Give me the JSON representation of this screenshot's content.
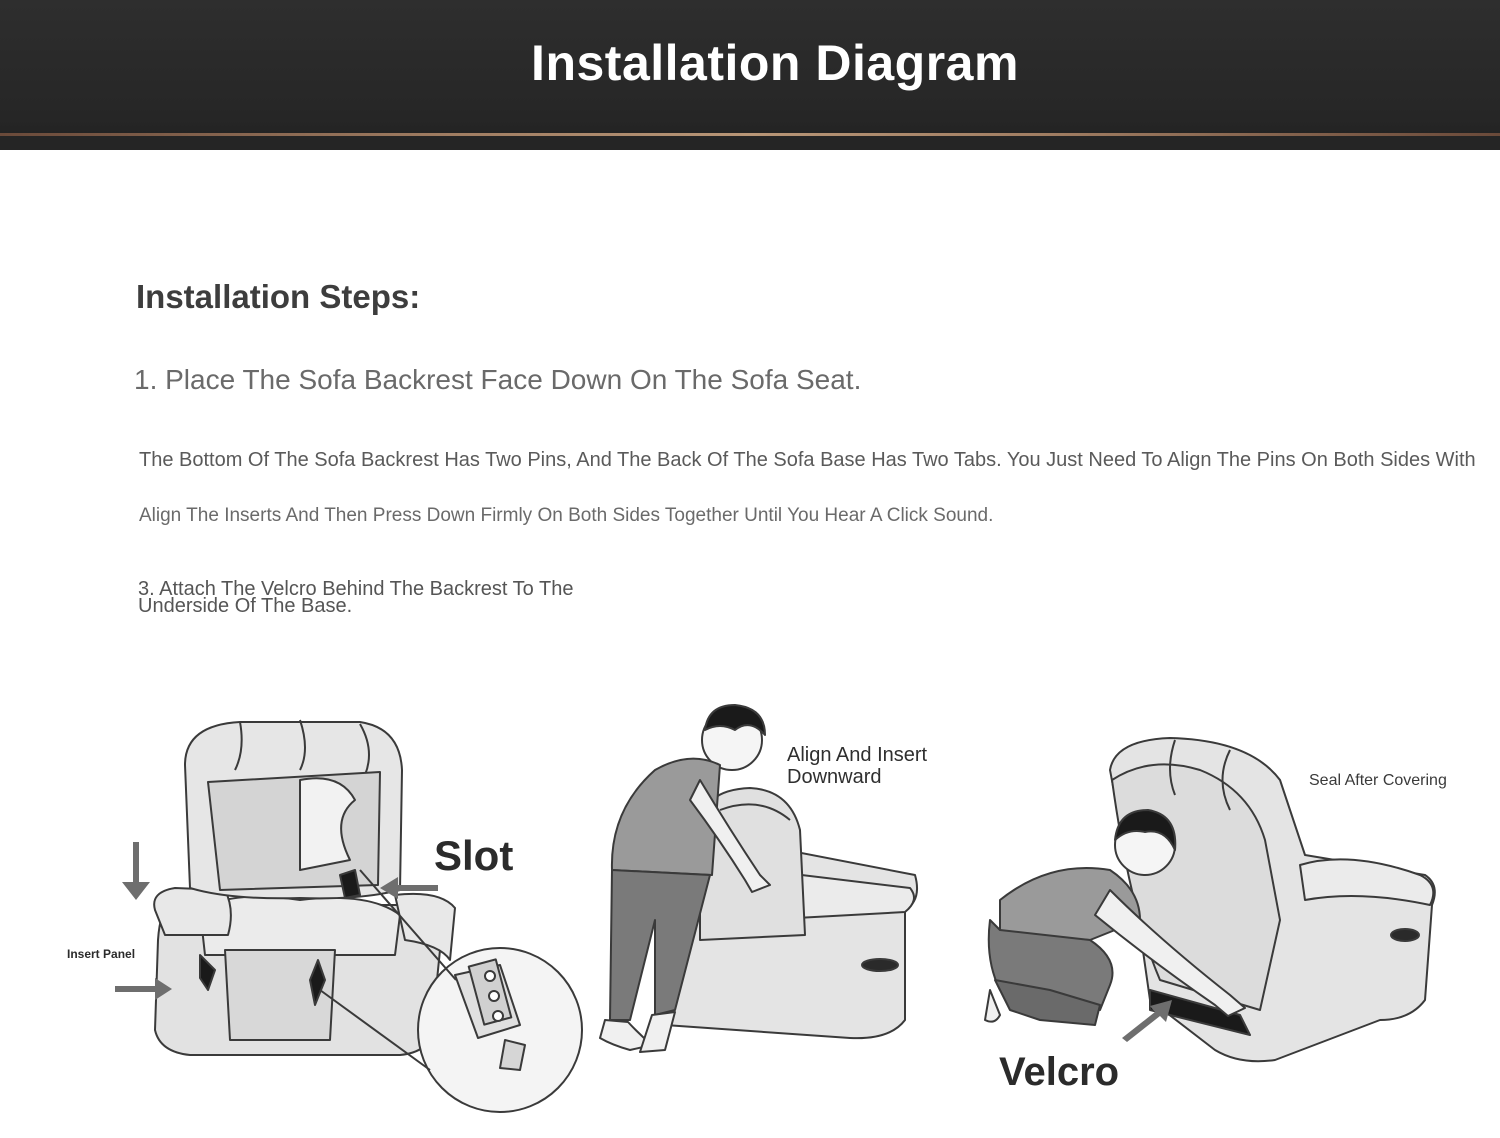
{
  "header": {
    "title": "Installation Diagram"
  },
  "content": {
    "steps_title": "Installation Steps:",
    "step1": "1. Place The Sofa Backrest Face Down On The Sofa Seat.",
    "step2_line1": "The Bottom Of The Sofa Backrest Has Two Pins, And The Back Of The Sofa Base Has Two Tabs. You Just Need To Align The Pins On Both Sides With",
    "step2_line2": "Align The Inserts And Then Press Down Firmly On Both Sides Together Until You Hear A Click Sound.",
    "step3": "3. Attach The Velcro Behind The Backrest To The Underside Of The Base."
  },
  "diagram": {
    "labels": {
      "slot": "Slot",
      "insert_panel": "Insert Panel",
      "align_insert": "Align And Insert Downward",
      "seal_after": "Seal After Covering",
      "velcro": "Velcro"
    },
    "colors": {
      "sofa_fill": "#e2e2e2",
      "sofa_shadow": "#c8c8c8",
      "line": "#3a3a3a",
      "arrow": "#6e6e6e",
      "shirt": "#9a9a9a",
      "pants": "#7a7a7a",
      "hair": "#1a1a1a"
    }
  }
}
